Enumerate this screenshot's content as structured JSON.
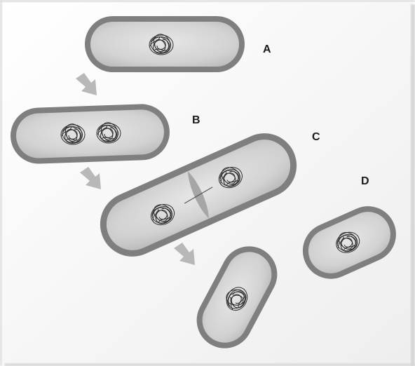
{
  "labels": {
    "a": "A",
    "b": "B",
    "c": "C",
    "d": "D"
  },
  "colors": {
    "cell_wall": "#7c7c7c",
    "cytoplasm": "#d4d4d4",
    "nucleoid": "#2e2e2e",
    "arrow": "#b8b8b8",
    "frame_shadow": "#c9c9c9"
  },
  "icons": {
    "arrow": "arrow-icon",
    "dna": "nucleoid-icon"
  }
}
